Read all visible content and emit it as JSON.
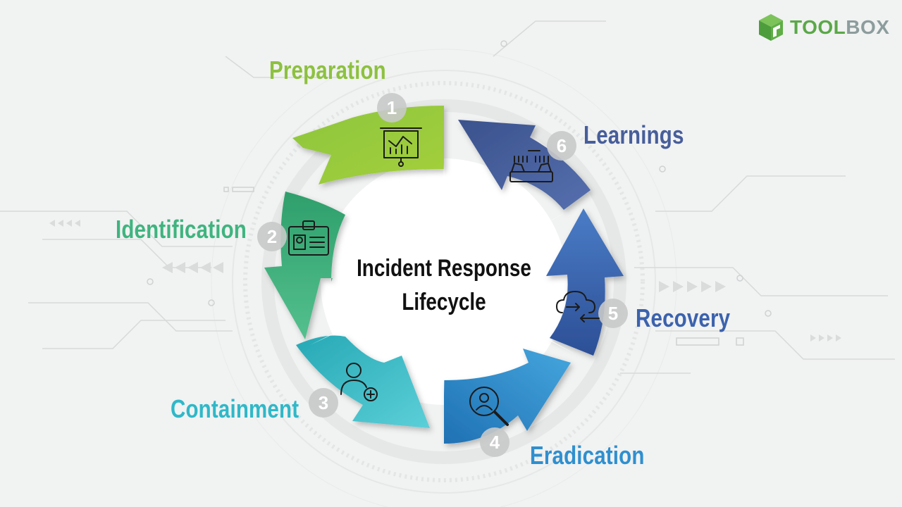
{
  "logo": {
    "part1": "TOOL",
    "part2": "BOX",
    "icon": "cube-icon"
  },
  "title": {
    "line1": "Incident Response",
    "line2": "Lifecycle"
  },
  "stages": [
    {
      "number": "1",
      "label": "Preparation",
      "color": "#8dc13f",
      "icon": "presentation-chart-icon"
    },
    {
      "number": "2",
      "label": "Identification",
      "color": "#3fb47f",
      "icon": "id-badge-icon"
    },
    {
      "number": "3",
      "label": "Containment",
      "color": "#2fb8c8",
      "icon": "user-add-icon"
    },
    {
      "number": "4",
      "label": "Eradication",
      "color": "#2f8fcf",
      "icon": "magnify-user-icon"
    },
    {
      "number": "5",
      "label": "Recovery",
      "color": "#3b62ad",
      "icon": "cloud-transfer-icon"
    },
    {
      "number": "6",
      "label": "Learnings",
      "color": "#475e9a",
      "icon": "keyboard-hands-icon"
    }
  ]
}
